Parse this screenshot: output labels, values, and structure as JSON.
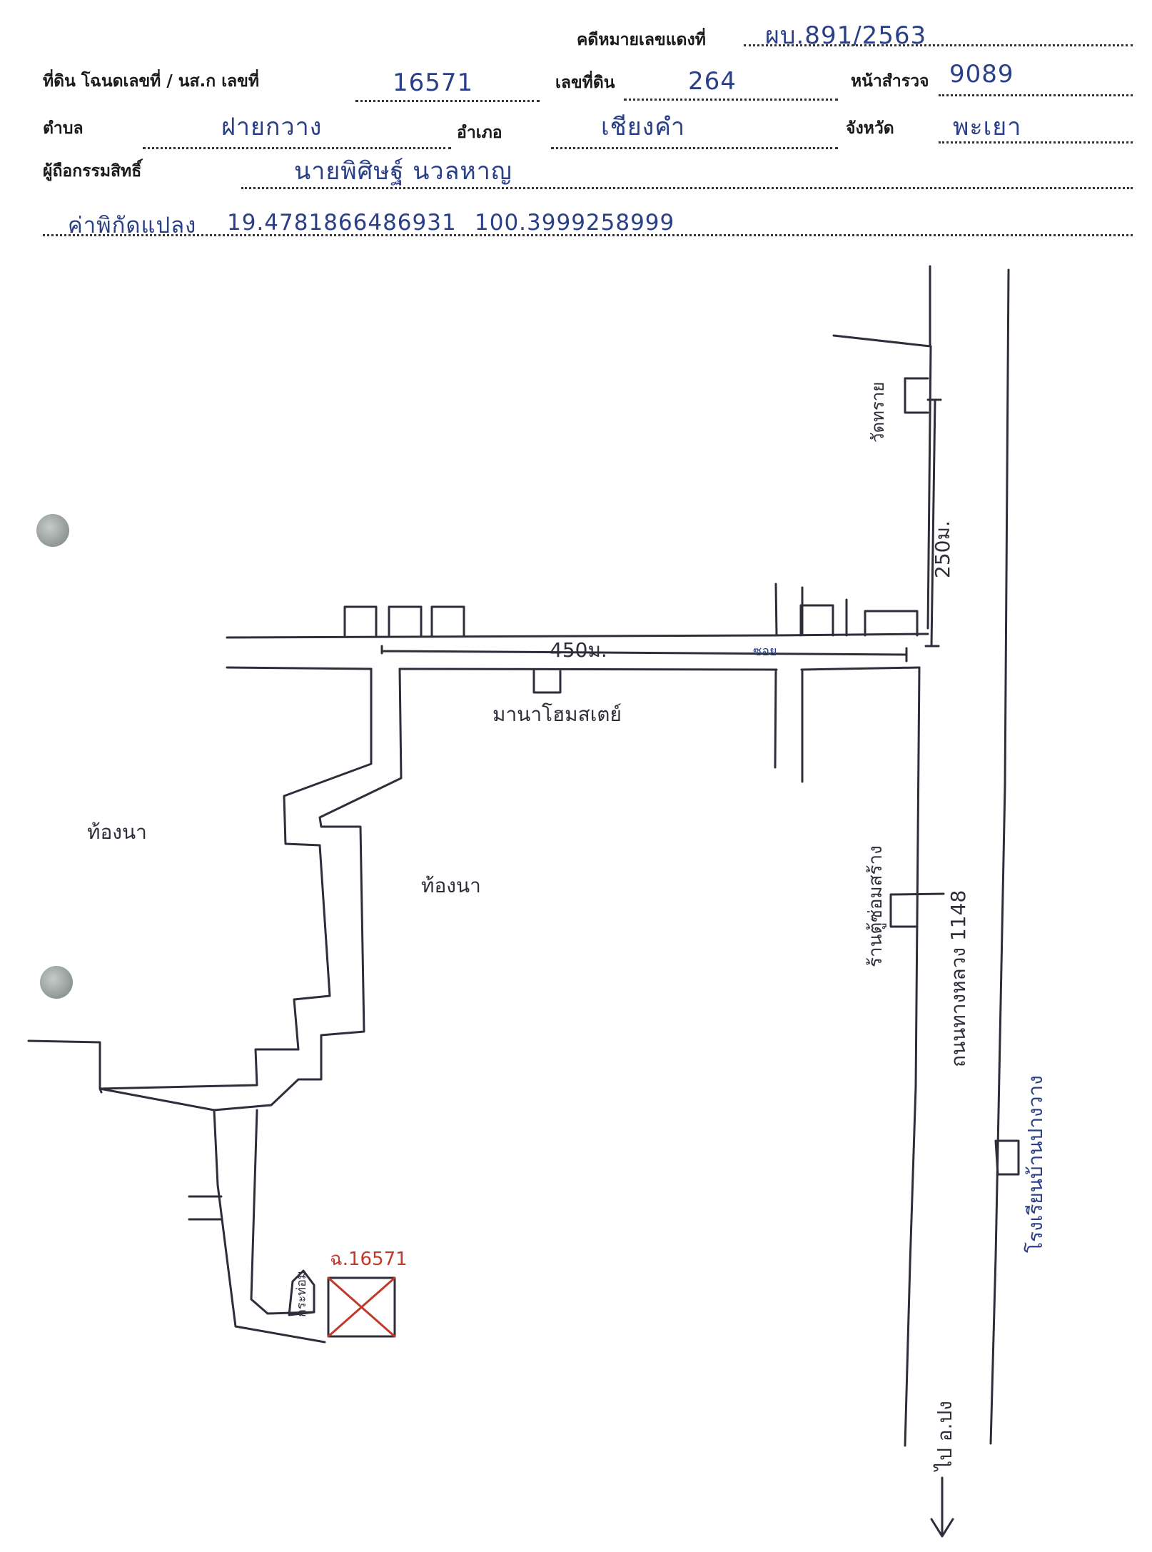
{
  "header": {
    "case_label": "คดีหมายเลขแดงที่",
    "case_value": "ผบ.891/2563",
    "deed_label": "ที่ดิน โฉนดเลขที่ / นส.ก เลขที่",
    "deed_value": "16571",
    "land_no_label": "เลขที่ดิน",
    "land_no_value": "264",
    "survey_page_label": "หน้าสำรวจ",
    "survey_page_value": "9089",
    "subdistrict_label": "ตำบล",
    "subdistrict_value": "ฝายกวาง",
    "district_label": "อำเภอ",
    "district_value": "เชียงคำ",
    "province_label": "จังหวัด",
    "province_value": "พะเยา",
    "owner_label": "ผู้ถือกรรมสิทธิ์",
    "owner_value": "นายพิศิษฐ์ นวลหาญ",
    "coords_label": "ค่าพิกัดแปลง",
    "coords_lat": "19.4781866486931",
    "coords_lon": "100.3999258999"
  },
  "map": {
    "road_1148": "ถนนทางหลวง 1148",
    "dist_250": "250ม.",
    "dist_450": "450ม.",
    "small_road": "ซอย",
    "temple": "วัดทราย",
    "mana_home": "มานาโฮมสเตย์",
    "field_left": "ท้องนา",
    "field_center": "ท้องนา",
    "shop": "ร้านตู้ซ่อมสร้าง",
    "school": "โรงเรียนบ้านปางวาง",
    "hut": "กระท่อม",
    "plot_label": "ฉ.16571",
    "direction": "ไป อ.ปง"
  },
  "colors": {
    "ink_blue": "#2a3f86",
    "ink_red": "#c0392b",
    "pen": "#2e2e3a"
  }
}
